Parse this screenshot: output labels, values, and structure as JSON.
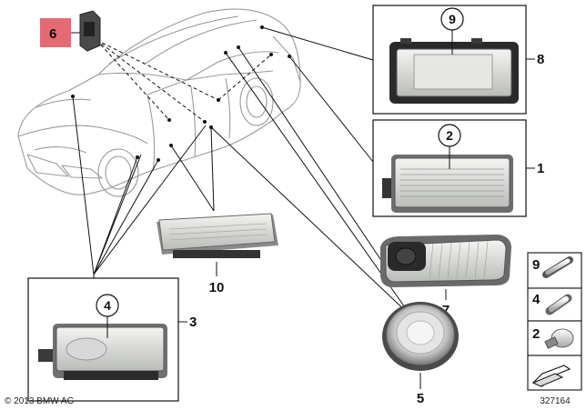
{
  "parts": [
    {
      "number": "6",
      "highlighted": true
    },
    {
      "number": "9"
    },
    {
      "number": "8"
    },
    {
      "number": "2"
    },
    {
      "number": "1"
    },
    {
      "number": "10"
    },
    {
      "number": "4"
    },
    {
      "number": "3"
    },
    {
      "number": "7"
    },
    {
      "number": "5"
    }
  ],
  "bulbs": [
    {
      "number": "9"
    },
    {
      "number": "4"
    },
    {
      "number": "2"
    }
  ],
  "copyright": "© 2013 BMW AG",
  "diagram_id": "327164",
  "colors": {
    "highlight": "#e46a73",
    "line": "#111111",
    "car_outline": "#9a9a9a"
  }
}
